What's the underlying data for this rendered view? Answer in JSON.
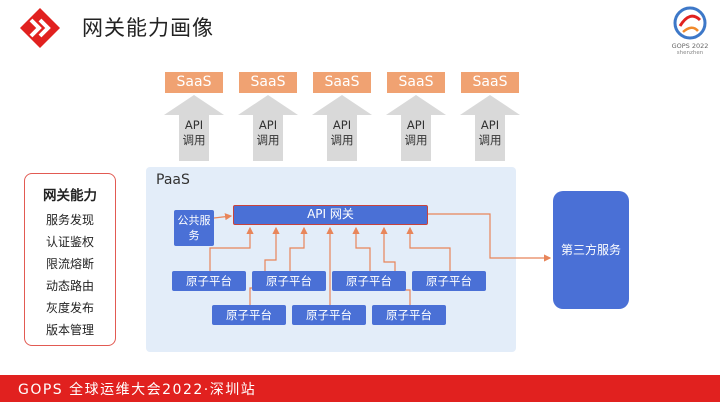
{
  "header": {
    "title": "网关能力画像",
    "brand_line1": "GOPS 2022",
    "brand_line2": "shenzhen"
  },
  "saas": {
    "label": "SaaS",
    "call_label_line1": "API",
    "call_label_line2": "调用"
  },
  "paas": {
    "label": "PaaS",
    "gateway": "API 网关",
    "public_service": "公共服务",
    "atom_label": "原子平台"
  },
  "third_party": "第三方服务",
  "capabilities": {
    "title": "网关能力",
    "items": [
      "服务发现",
      "认证鉴权",
      "限流熔断",
      "动态路由",
      "灰度发布",
      "版本管理"
    ]
  },
  "footer": "GOPS 全球运维大会2022·深圳站",
  "colors": {
    "accent_red": "#e1211f",
    "saas_orange": "#f0a272",
    "platform_blue": "#4a70d6",
    "paas_bg": "#e3edf9",
    "line_orange": "#e8855a"
  }
}
